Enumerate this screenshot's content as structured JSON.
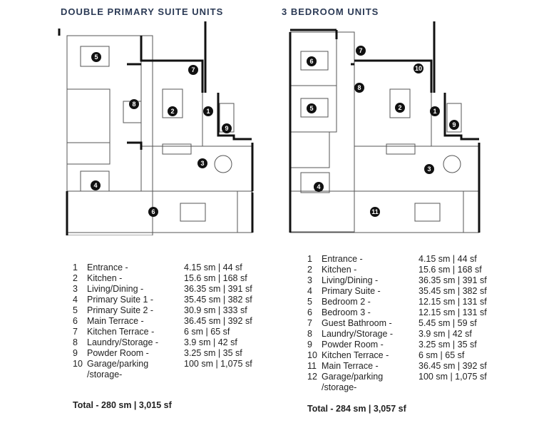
{
  "left": {
    "title": "DOUBLE PRIMARY SUITE UNITS",
    "rooms": [
      {
        "num": "1",
        "label": "Entrance -",
        "area": "4.15 sm | 44 sf"
      },
      {
        "num": "2",
        "label": "Kitchen -",
        "area": "15.6 sm | 168 sf"
      },
      {
        "num": "3",
        "label": "Living/Dining -",
        "area": "36.35 sm | 391 sf"
      },
      {
        "num": "4",
        "label": "Primary Suite 1 -",
        "area": "35.45 sm | 382 sf"
      },
      {
        "num": "5",
        "label": "Primary Suite 2 -",
        "area": "30.9 sm | 333 sf"
      },
      {
        "num": "6",
        "label": "Main Terrace -",
        "area": "36.45 sm | 392 sf"
      },
      {
        "num": "7",
        "label": "Kitchen Terrace -",
        "area": "6 sm | 65 sf"
      },
      {
        "num": "8",
        "label": "Laundry/Storage -",
        "area": "3.9 sm | 42 sf"
      },
      {
        "num": "9",
        "label": "Powder Room -",
        "area": "3.25 sm | 35 sf"
      },
      {
        "num": "10",
        "label": "Garage/parking /storage-",
        "area": "100 sm | 1,075 sf"
      }
    ],
    "total": "Total - 280 sm | 3,015 sf"
  },
  "right": {
    "title": "3 BEDROOM UNITS",
    "rooms": [
      {
        "num": "1",
        "label": "Entrance -",
        "area": "4.15 sm | 44 sf"
      },
      {
        "num": "2",
        "label": "Kitchen -",
        "area": "15.6 sm | 168 sf"
      },
      {
        "num": "3",
        "label": "Living/Dining -",
        "area": "36.35 sm | 391 sf"
      },
      {
        "num": "4",
        "label": "Primary Suite -",
        "area": "35.45 sm | 382 sf"
      },
      {
        "num": "5",
        "label": "Bedroom 2 -",
        "area": "12.15 sm | 131 sf"
      },
      {
        "num": "6",
        "label": "Bedroom 3 -",
        "area": "12.15 sm | 131 sf"
      },
      {
        "num": "7",
        "label": "Guest Bathroom -",
        "area": "5.45 sm | 59 sf"
      },
      {
        "num": "8",
        "label": "Laundry/Storage -",
        "area": "3.9 sm | 42 sf"
      },
      {
        "num": "9",
        "label": "Powder Room -",
        "area": "3.25 sm | 35 sf"
      },
      {
        "num": "10",
        "label": "Kitchen Terrace -",
        "area": "6 sm | 65 sf"
      },
      {
        "num": "11",
        "label": "Main Terrace -",
        "area": "36.45 sm | 392 sf"
      },
      {
        "num": "12",
        "label": "Garage/parking /storage-",
        "area": "100 sm | 1,075 sf"
      }
    ],
    "total": "Total - 284 sm | 3,057 sf"
  },
  "markers_left": [
    "1",
    "2",
    "3",
    "4",
    "5",
    "6",
    "7",
    "8",
    "9"
  ],
  "markers_right": [
    "1",
    "2",
    "3",
    "4",
    "5",
    "6",
    "7",
    "8",
    "9",
    "10",
    "11"
  ],
  "colors": {
    "title": "#2b3a55",
    "wall": "#111111",
    "line": "#555555"
  }
}
